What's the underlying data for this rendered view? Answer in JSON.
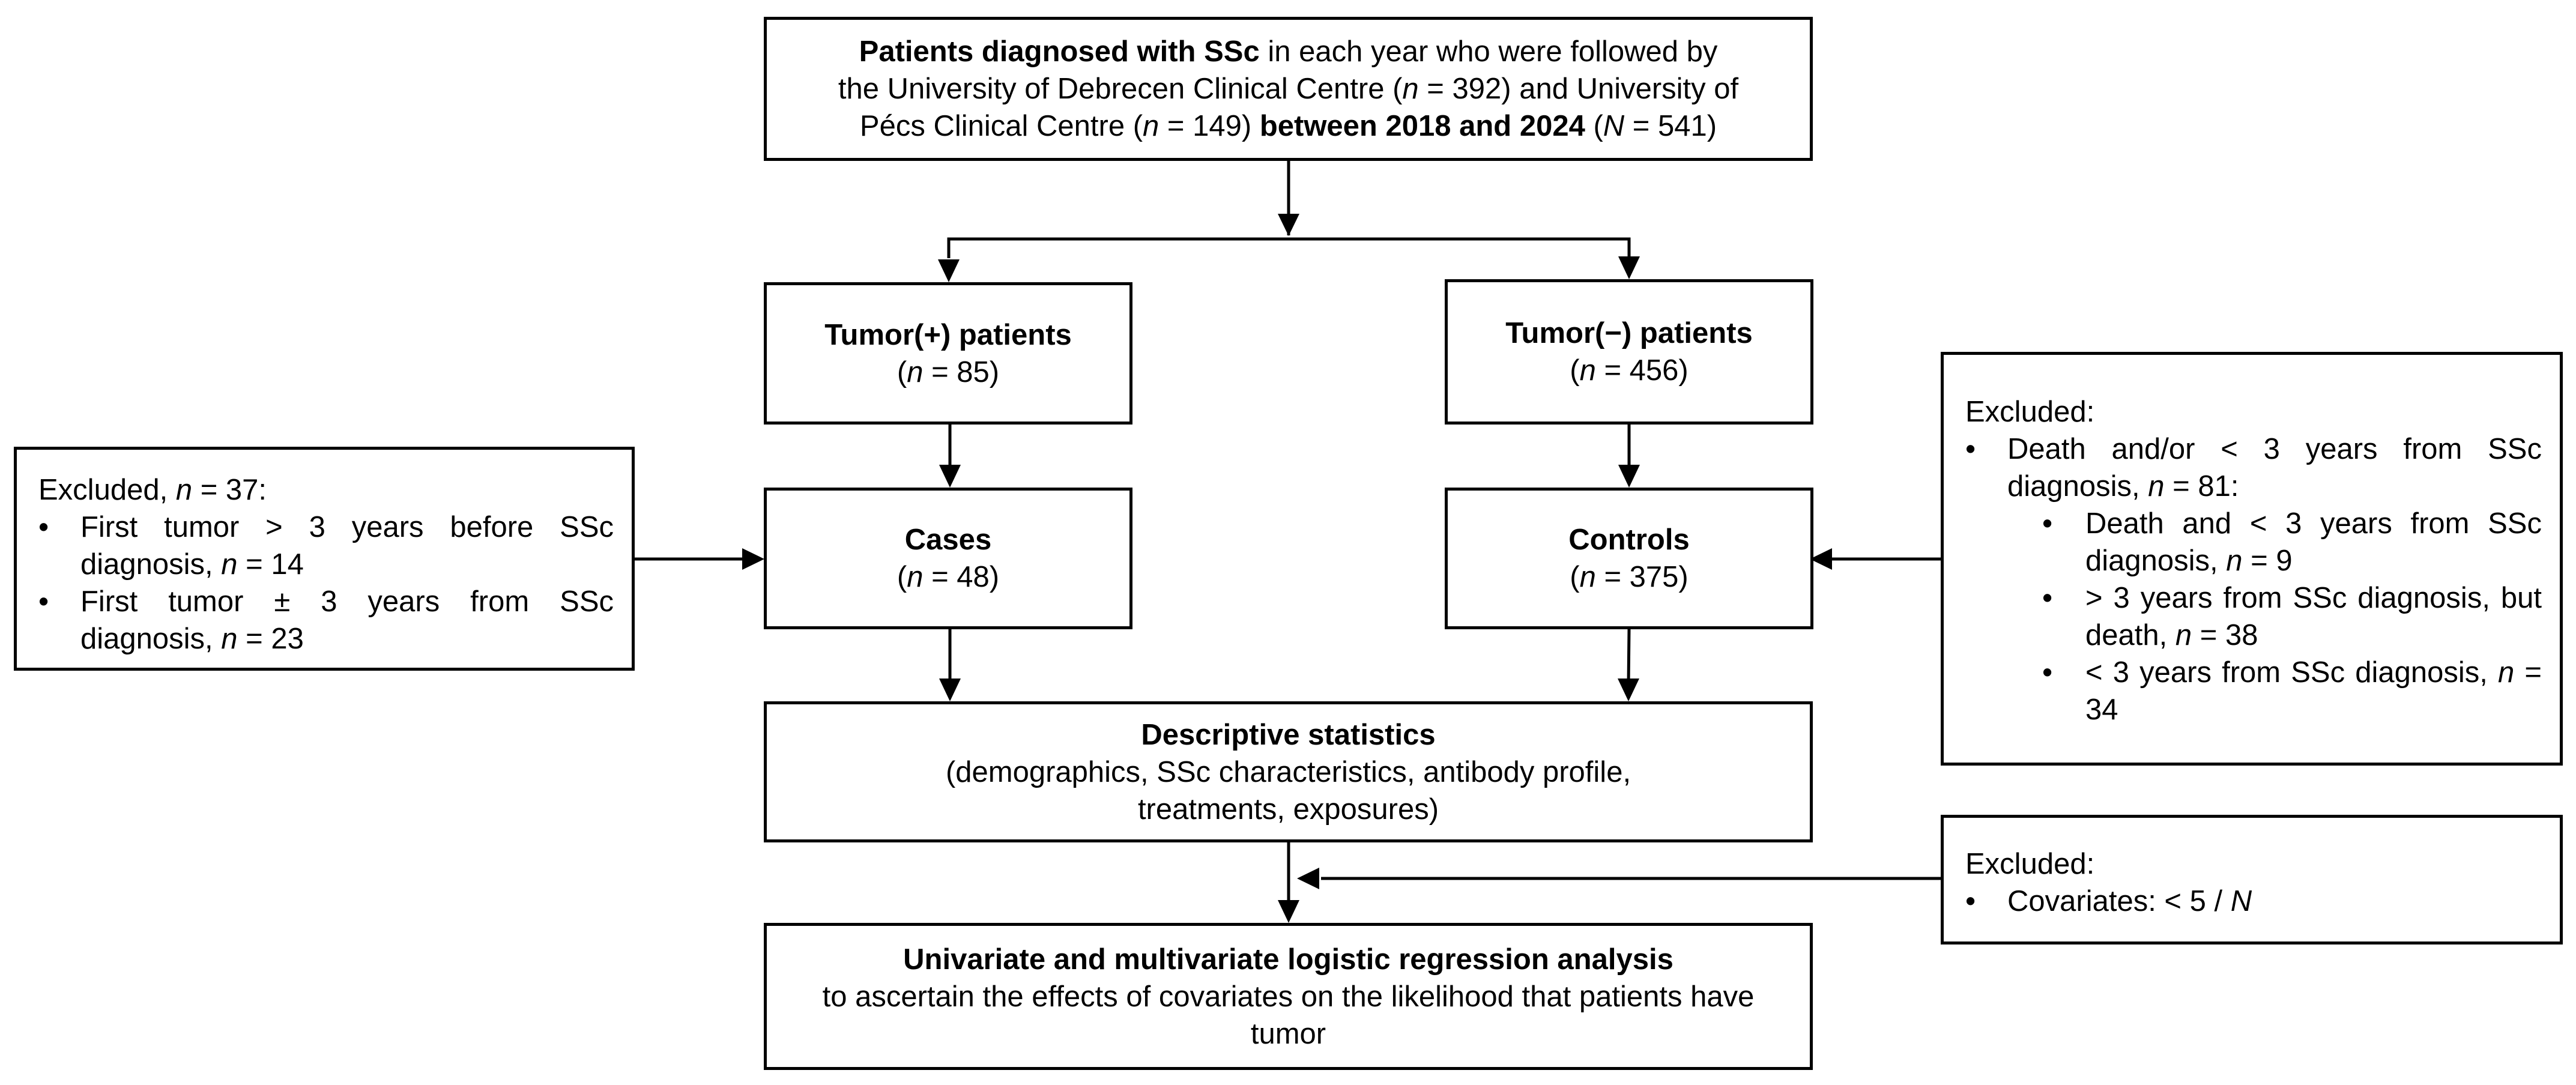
{
  "top": {
    "bold1": "Patients diagnosed with SSc",
    "text1": " in each year who were followed by",
    "text2": "the University of Debrecen Clinical Centre (",
    "n1": "n",
    "text3": " = 392) and University of",
    "text4": "Pécs Clinical Centre (",
    "n2": "n",
    "text5": " = 149) ",
    "bold2": "between 2018 and 2024",
    "text6": " (",
    "N": "N",
    "text7": " = 541)"
  },
  "tumor_pos": {
    "title": "Tumor(+) patients",
    "pre": "(",
    "n": "n",
    "post": " = 85)"
  },
  "tumor_neg": {
    "title": "Tumor(−) patients",
    "pre": "(",
    "n": "n",
    "post": " = 456)"
  },
  "cases": {
    "title": "Cases",
    "pre": "(",
    "n": "n",
    "post": " = 48)"
  },
  "controls": {
    "title": "Controls",
    "pre": "(",
    "n": "n",
    "post": " = 375)"
  },
  "left_excluded": {
    "head_pre": "Excluded, ",
    "head_n": "n",
    "head_post": " = 37:",
    "items": [
      {
        "bullet": "•",
        "text": "First tumor > 3 years before SSc diagnosis, ",
        "n": "n",
        "post": " = 14"
      },
      {
        "bullet": "•",
        "text": "First tumor ± 3 years from SSc diagnosis, ",
        "n": "n",
        "post": " = 23"
      }
    ]
  },
  "right_excluded": {
    "head": "Excluded:",
    "item": {
      "bullet": "•",
      "text": "Death and/or < 3 years from SSc diagnosis, ",
      "n": "n",
      "post": " = 81:"
    },
    "subitems": [
      {
        "bullet": "•",
        "text": "Death and < 3 years from SSc diagnosis, ",
        "n": "n",
        "post": " = 9"
      },
      {
        "bullet": "•",
        "text": "> 3 years from SSc diagnosis, but death, ",
        "n": "n",
        "post": " = 38"
      },
      {
        "bullet": "•",
        "text": "< 3 years from SSc diagnosis, ",
        "n": "n",
        "post": " = 34"
      }
    ]
  },
  "descriptive": {
    "title": "Descriptive statistics",
    "line1": "(demographics, SSc characteristics, antibody profile,",
    "line2": "treatments, exposures)"
  },
  "covariates_excluded": {
    "head": "Excluded:",
    "bullet": "•",
    "text": "Covariates: < 5 / ",
    "N": "N"
  },
  "regression": {
    "title": "Univariate and multivariate logistic regression analysis",
    "line1": "to ascertain the effects of covariates on the likelihood that patients have",
    "line2": "tumor"
  }
}
